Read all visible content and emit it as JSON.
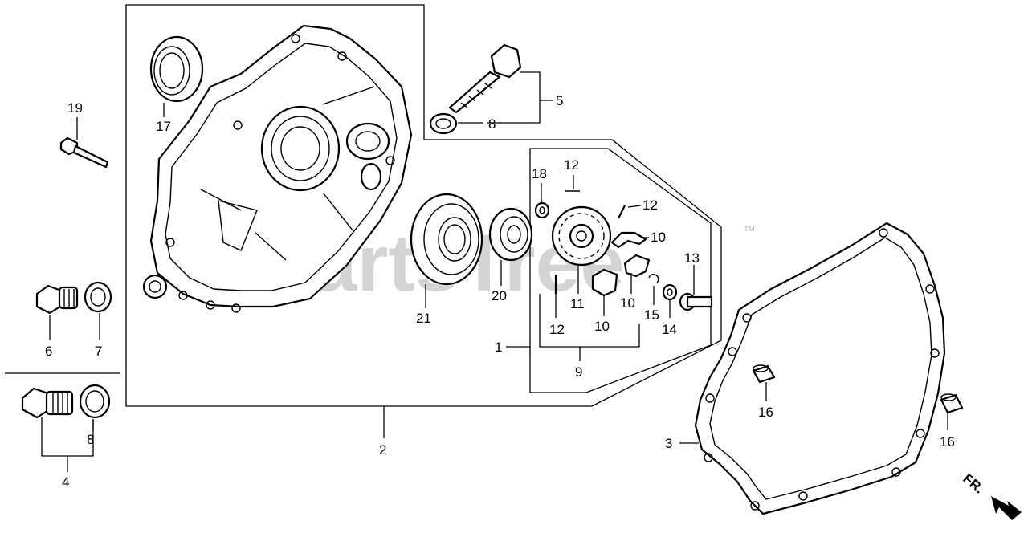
{
  "watermark": {
    "text": "PartsTree",
    "trademark": "™"
  },
  "direction": {
    "label": "FR."
  },
  "callouts": [
    {
      "id": "c17",
      "text": "17"
    },
    {
      "id": "c19",
      "text": "19"
    },
    {
      "id": "c6",
      "text": "6"
    },
    {
      "id": "c7",
      "text": "7"
    },
    {
      "id": "c4",
      "text": "4"
    },
    {
      "id": "c8a",
      "text": "8"
    },
    {
      "id": "c8b",
      "text": "8"
    },
    {
      "id": "c5",
      "text": "5"
    },
    {
      "id": "c2",
      "text": "2"
    },
    {
      "id": "c21",
      "text": "21"
    },
    {
      "id": "c20",
      "text": "20"
    },
    {
      "id": "c18",
      "text": "18"
    },
    {
      "id": "c12a",
      "text": "12"
    },
    {
      "id": "c12b",
      "text": "12"
    },
    {
      "id": "c12c",
      "text": "12"
    },
    {
      "id": "c10a",
      "text": "10"
    },
    {
      "id": "c10b",
      "text": "10"
    },
    {
      "id": "c10c",
      "text": "10"
    },
    {
      "id": "c11",
      "text": "11"
    },
    {
      "id": "c15",
      "text": "15"
    },
    {
      "id": "c14",
      "text": "14"
    },
    {
      "id": "c13",
      "text": "13"
    },
    {
      "id": "c1",
      "text": "1"
    },
    {
      "id": "c9",
      "text": "9"
    },
    {
      "id": "c3",
      "text": "3"
    },
    {
      "id": "c16a",
      "text": "16"
    },
    {
      "id": "c16b",
      "text": "16"
    }
  ]
}
